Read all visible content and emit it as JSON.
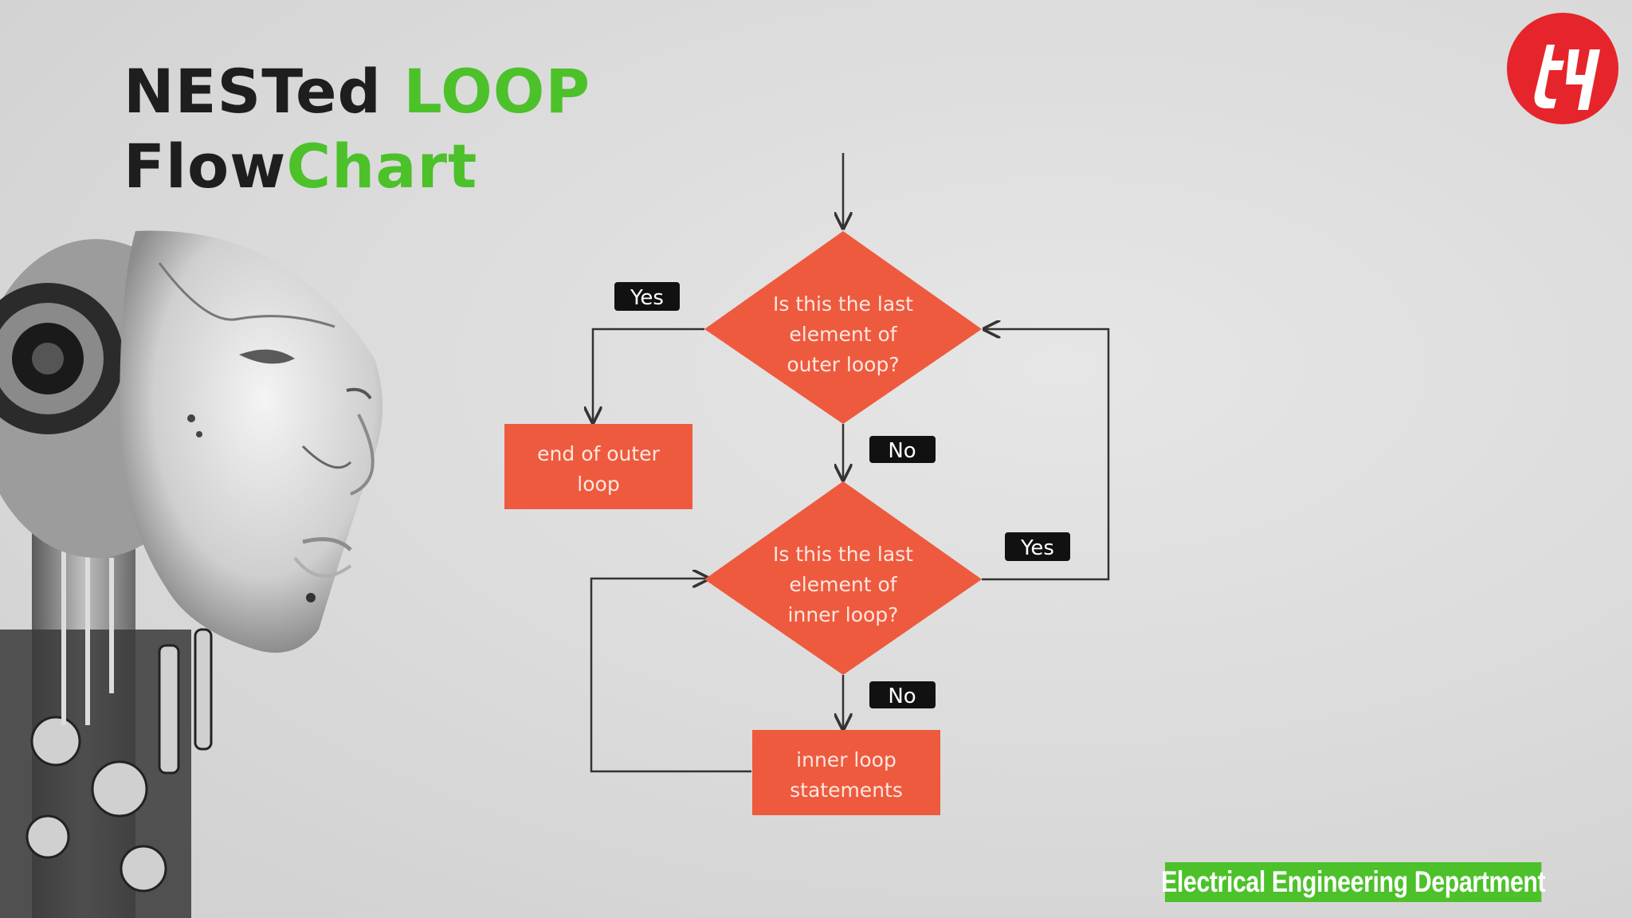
{
  "title": {
    "line1_dark": "NESTed",
    "line1_accent": "LOOP",
    "line2_dark": "Flow",
    "line2_accent": "Chart"
  },
  "footer": {
    "text": "Electrical Engineering Department"
  },
  "logo": {
    "icon": "t4-logo-icon",
    "color": "#e5252b"
  },
  "colors": {
    "accent": "#4cc12a",
    "node": "#ee5a3e",
    "tag": "#111111",
    "line": "#333333"
  },
  "flowchart": {
    "decision_outer": [
      "Is this the last",
      "element of",
      "outer loop?"
    ],
    "decision_inner": [
      "Is this the last",
      "element of",
      "inner loop?"
    ],
    "end_outer": [
      "end of outer",
      "loop"
    ],
    "inner_statements": [
      "inner loop",
      "statements"
    ],
    "labels": {
      "outer_yes": "Yes",
      "outer_no": "No",
      "inner_yes": "Yes",
      "inner_no": "No"
    }
  }
}
